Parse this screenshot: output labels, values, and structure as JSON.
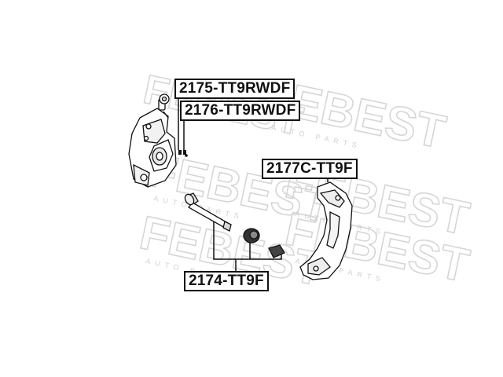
{
  "watermark": {
    "brand": "FEBEST",
    "tagline": "AUTO PARTS"
  },
  "part_labels": {
    "caliper_repair_kit": "2175-TT9RWDF",
    "caliper_piston_kit": "2176-TT9RWDF",
    "caliper_bracket": "2177C-TT9F",
    "guide_pin_kit": "2174-TT9F"
  }
}
